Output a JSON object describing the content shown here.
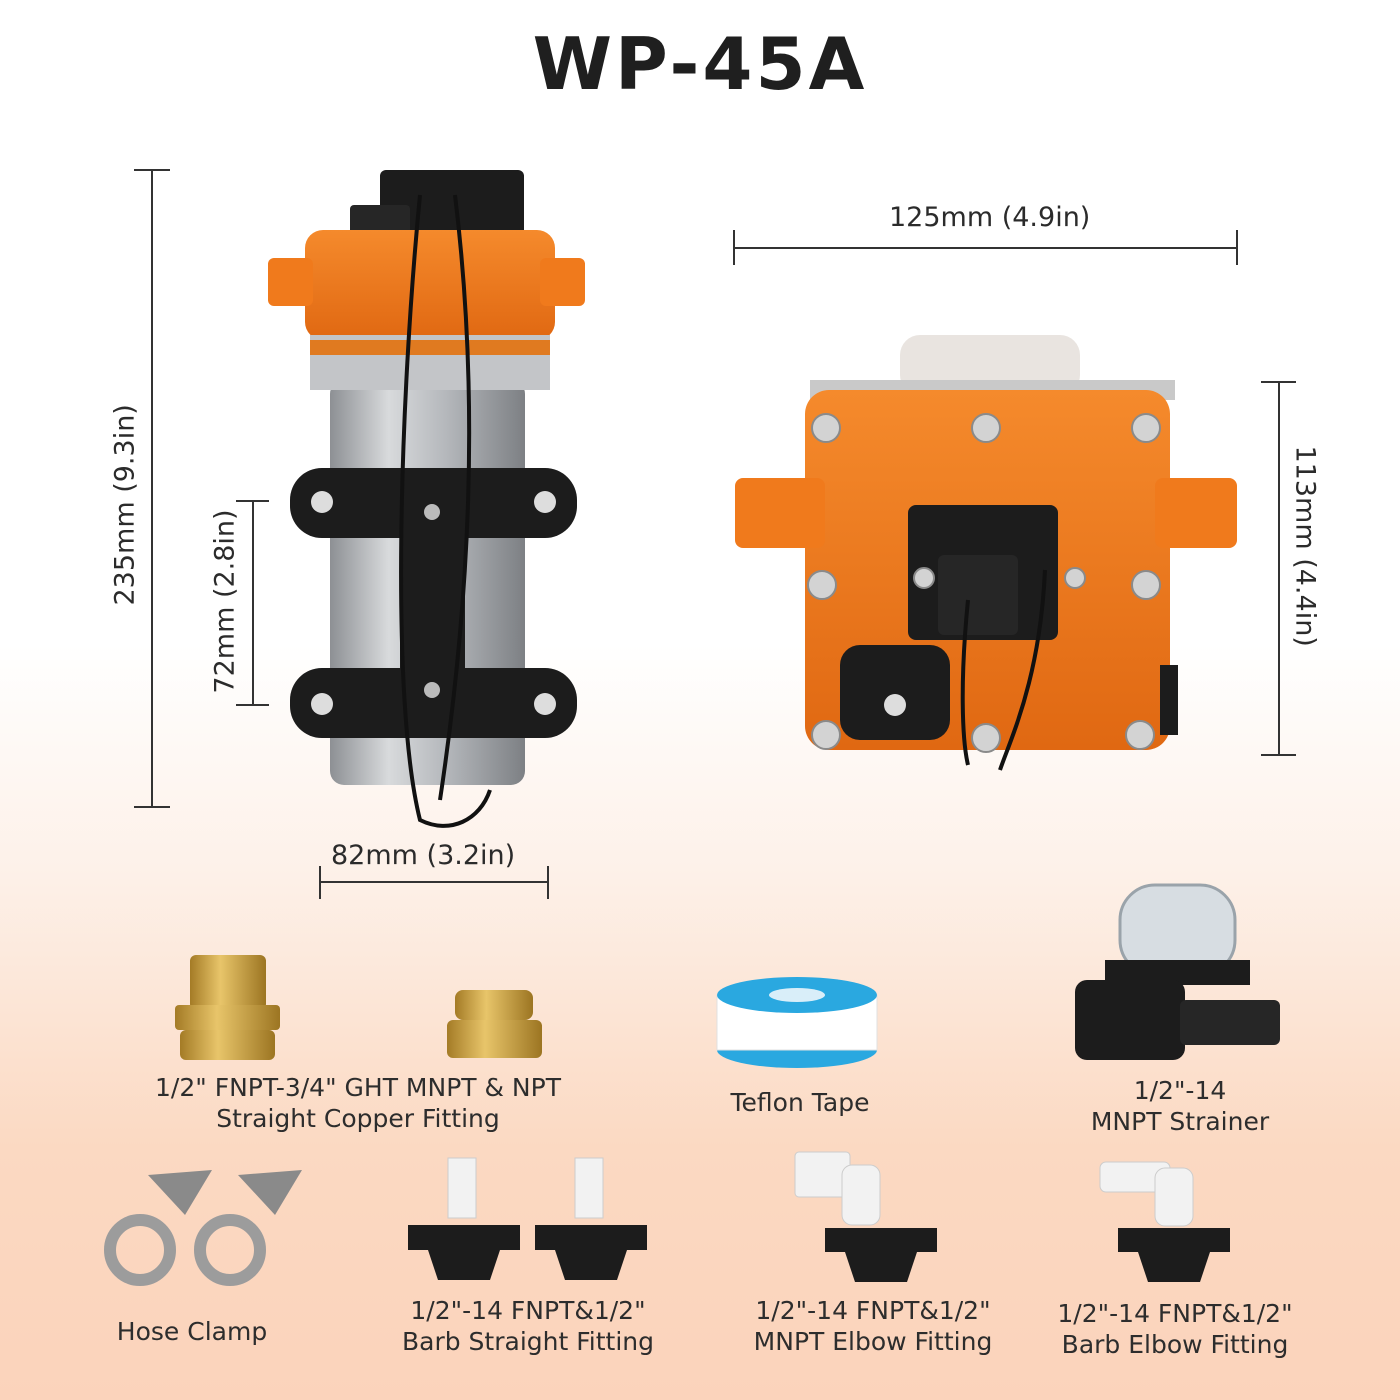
{
  "title": "WP-45A",
  "dimensions": {
    "height_total": "235mm (9.3in)",
    "bracket_spacing": "72mm (2.8in)",
    "width_front": "82mm (3.2in)",
    "length_top": "125mm (4.9in)",
    "height_side": "113mm (4.4in)"
  },
  "accessories": [
    {
      "line1": "1/2\" FNPT-3/4\" GHT MNPT & NPT",
      "line2": "Straight Copper Fitting"
    },
    {
      "line1": "Teflon Tape",
      "line2": ""
    },
    {
      "line1": "1/2\"-14",
      "line2": "MNPT Strainer"
    },
    {
      "line1": "Hose Clamp",
      "line2": ""
    },
    {
      "line1": "1/2\"-14 FNPT&1/2\"",
      "line2": "Barb Straight Fitting"
    },
    {
      "line1": "1/2\"-14 FNPT&1/2\"",
      "line2": "MNPT Elbow Fitting"
    },
    {
      "line1": "1/2\"-14 FNPT&1/2\"",
      "line2": "Barb Elbow Fitting"
    }
  ],
  "colors": {
    "pump_orange": "#f07a1c",
    "brass": "#c9a040",
    "bracket_black": "#1c1c1c",
    "motor_silver": "#a9acb0"
  }
}
